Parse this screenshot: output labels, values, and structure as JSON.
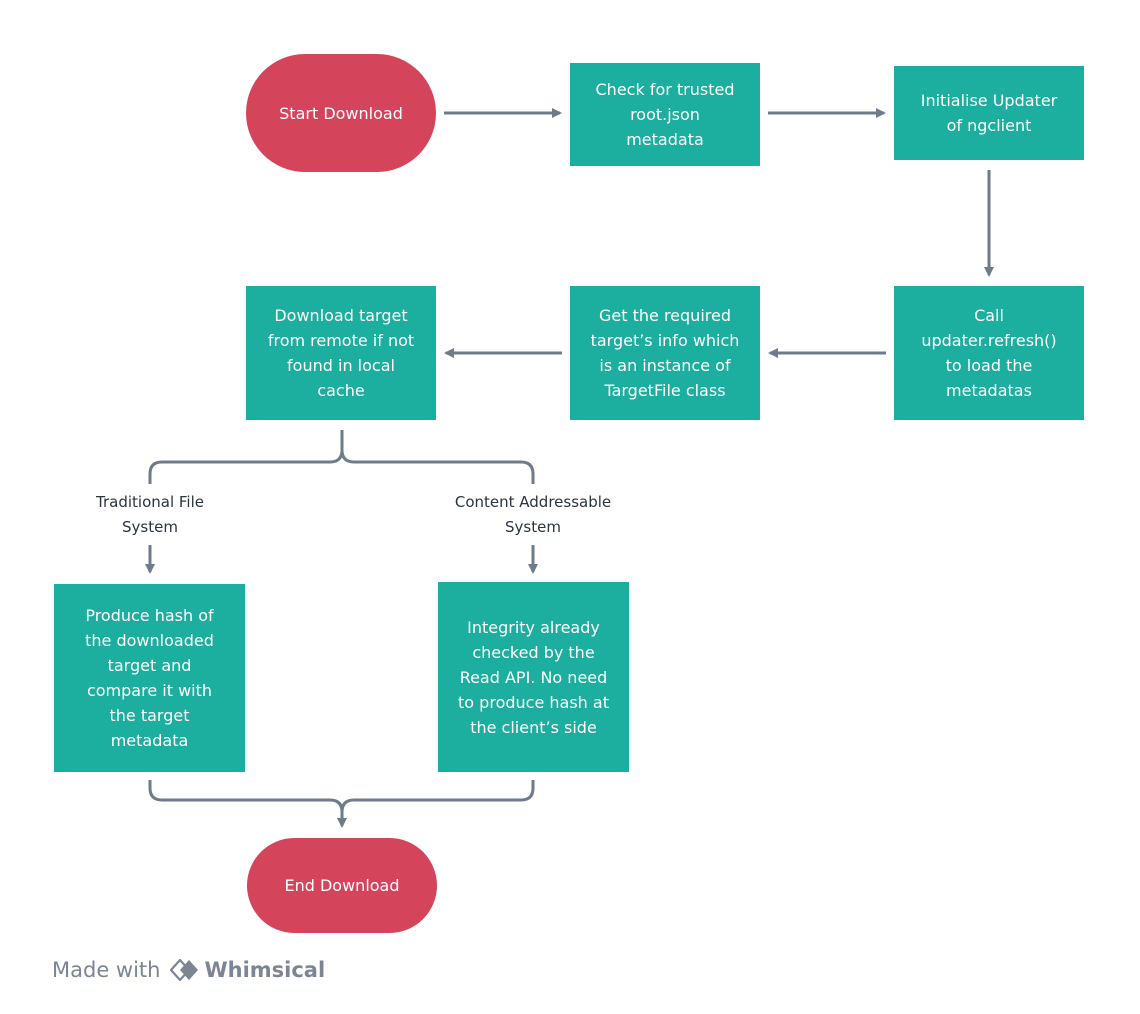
{
  "diagram": {
    "nodes": {
      "start": "Start Download",
      "check_root": "Check for trusted\nroot.json\nmetadata",
      "init_updater": "Initialise Updater\nof ngclient",
      "call_refresh": "Call\nupdater.refresh()\nto load the\nmetadatas",
      "get_target_info": "Get the required\ntarget’s info which\nis an instance of\nTargetFile class",
      "download_target": "Download target\nfrom remote if not\nfound in local\ncache",
      "produce_hash": "Produce hash of\nthe downloaded\ntarget and\ncompare it with\nthe target\nmetadata",
      "integrity_checked": "Integrity already\nchecked by the\nRead API. No need\nto produce hash at\nthe client’s side",
      "end": "End Download"
    },
    "branch_labels": {
      "traditional": "Traditional File\nSystem",
      "content_addressable": "Content Addressable\nSystem"
    }
  },
  "footer": {
    "prefix": "Made with",
    "brand": "Whimsical",
    "logo_icon": "whimsical-logo-icon"
  },
  "colors": {
    "process_fill": "#1cae9e",
    "terminal_fill": "#d4455c",
    "connector": "#6e7b8b",
    "label_text": "#2b3441",
    "footer_text": "#7b8594"
  }
}
